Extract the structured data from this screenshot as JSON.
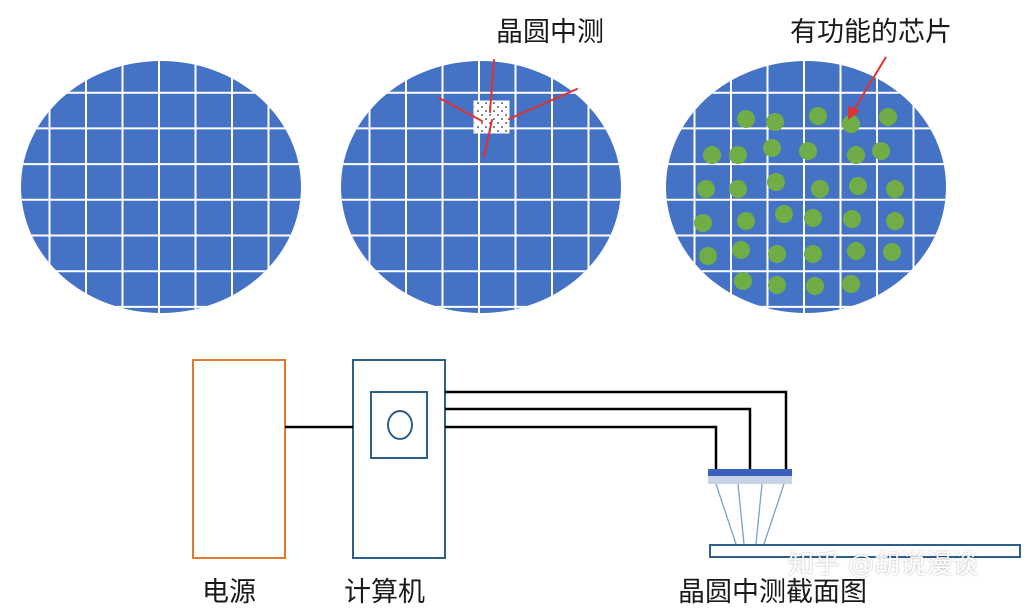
{
  "labels": {
    "probe_test": "晶圆中测",
    "functional_chip": "有功能的芯片",
    "power_supply": "电源",
    "computer": "计算机",
    "probe_cross_section": "晶圆中测截面图"
  },
  "watermark": "知乎 @胡说漫谈",
  "colors": {
    "wafer": "#4472c4",
    "grid": "#ffffff",
    "good_die": "#70ad47",
    "pointer": "#e03030",
    "power_box": "#e07b2a",
    "computer_box": "#2e5f8a",
    "probe_card": "#3b5fbd",
    "wire": "#000000"
  }
}
